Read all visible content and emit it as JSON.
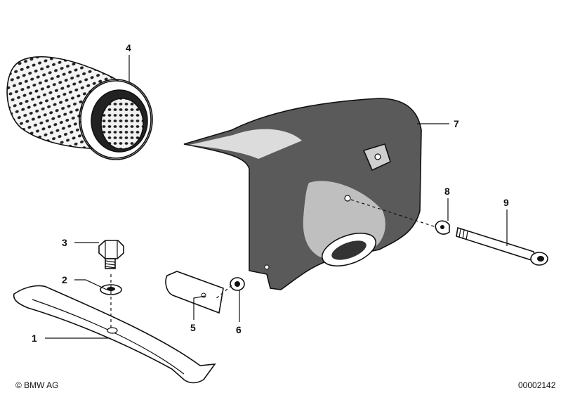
{
  "diagram": {
    "callouts": [
      {
        "id": "1",
        "label": "1"
      },
      {
        "id": "2",
        "label": "2"
      },
      {
        "id": "3",
        "label": "3"
      },
      {
        "id": "4",
        "label": "4"
      },
      {
        "id": "5",
        "label": "5"
      },
      {
        "id": "6",
        "label": "6"
      },
      {
        "id": "7",
        "label": "7"
      },
      {
        "id": "8",
        "label": "8"
      },
      {
        "id": "9",
        "label": "9"
      }
    ],
    "copyright": "© BMW AG",
    "drawing_number": "00002142"
  }
}
